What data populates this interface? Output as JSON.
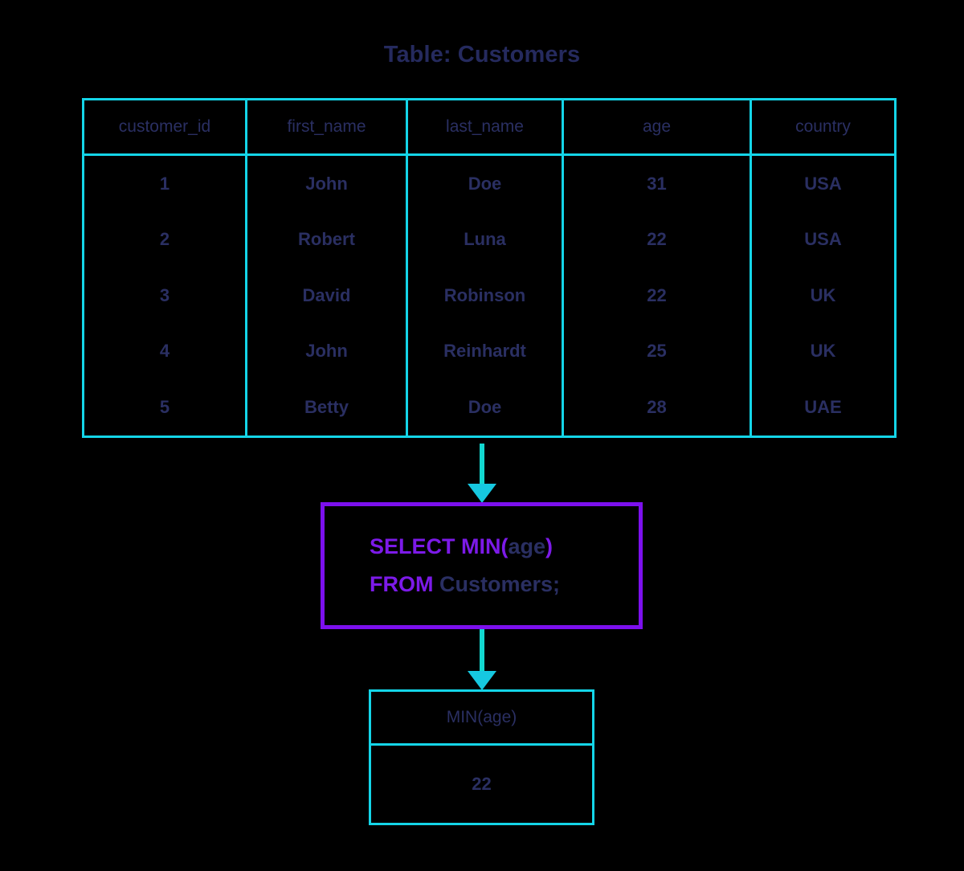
{
  "title": "Table: Customers",
  "source_table": {
    "name": "Customers",
    "columns": [
      "customer_id",
      "first_name",
      "last_name",
      "age",
      "country"
    ],
    "rows": [
      [
        "1",
        "John",
        "Doe",
        "31",
        "USA"
      ],
      [
        "2",
        "Robert",
        "Luna",
        "22",
        "USA"
      ],
      [
        "3",
        "David",
        "Robinson",
        "22",
        "UK"
      ],
      [
        "4",
        "John",
        "Reinhardt",
        "25",
        "UK"
      ],
      [
        "5",
        "Betty",
        "Doe",
        "28",
        "UAE"
      ]
    ]
  },
  "query": {
    "line1": {
      "keyword": "SELECT MIN(",
      "argument": "age",
      "keyword_end": ")"
    },
    "line2": {
      "keyword": "FROM ",
      "argument": "Customers;"
    },
    "full_text": "SELECT MIN(age) FROM Customers;"
  },
  "result_table": {
    "column": "MIN(age)",
    "value": "22"
  },
  "arrows": [
    {
      "name": "table-to-query",
      "direction": "down"
    },
    {
      "name": "query-to-result",
      "direction": "down"
    }
  ],
  "colors": {
    "background": "#000000",
    "table_border": "#14d5e8",
    "text": "#2a2f62",
    "sql_keyword": "#7c1ae8",
    "sql_box_border": "#7c10ee",
    "arrow": "#12d8d0"
  }
}
